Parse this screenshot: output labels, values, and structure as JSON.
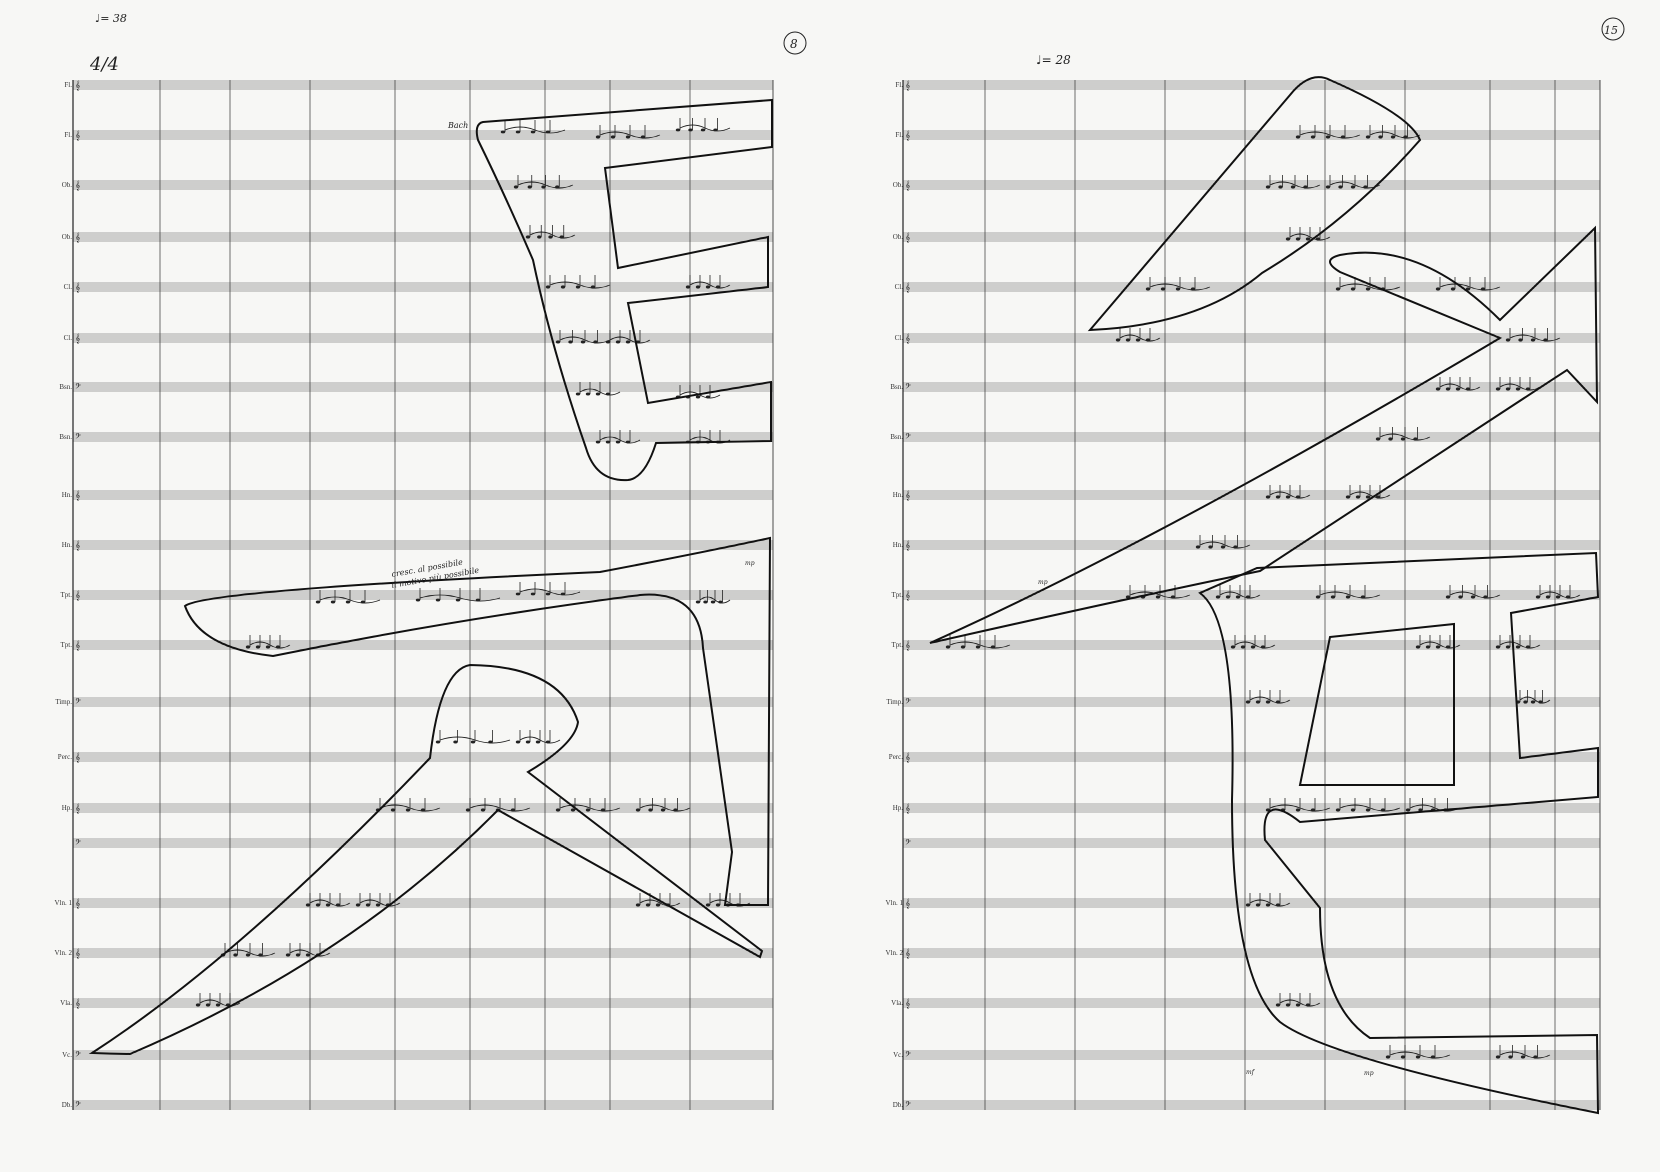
{
  "pages": [
    {
      "id": "left",
      "tempo_top": "♩= 38",
      "time_signature": "4/4",
      "page_number": "8",
      "instruments": [
        "Fl.",
        "Fl.",
        "Ob.",
        "Ob.",
        "Cl.",
        "Cl.",
        "Bsn.",
        "Bsn.",
        "Hn.",
        "Hn.",
        "Tpt.",
        "Tpt.",
        "Timp.",
        "Perc.",
        "Hp.",
        "",
        "Vln. 1",
        "Vln. 2",
        "Vla.",
        "Vc.",
        "Db."
      ],
      "annotations": [
        "Bach",
        "cresc. al possibile",
        "il motivo più possibile",
        "mp"
      ]
    },
    {
      "id": "right",
      "tempo_top": "♩= 28",
      "page_number": "15",
      "instruments": [
        "Fl.",
        "Fl.",
        "Ob.",
        "Ob.",
        "Cl.",
        "Cl.",
        "Bsn.",
        "Bsn.",
        "Hn.",
        "Hn.",
        "Tpt.",
        "Tpt.",
        "Timp.",
        "Perc.",
        "Hp.",
        "",
        "Vln. 1",
        "Vln. 2",
        "Vla.",
        "Vc.",
        "Db."
      ],
      "annotations": [
        "mp",
        "mp",
        "mf"
      ]
    }
  ]
}
